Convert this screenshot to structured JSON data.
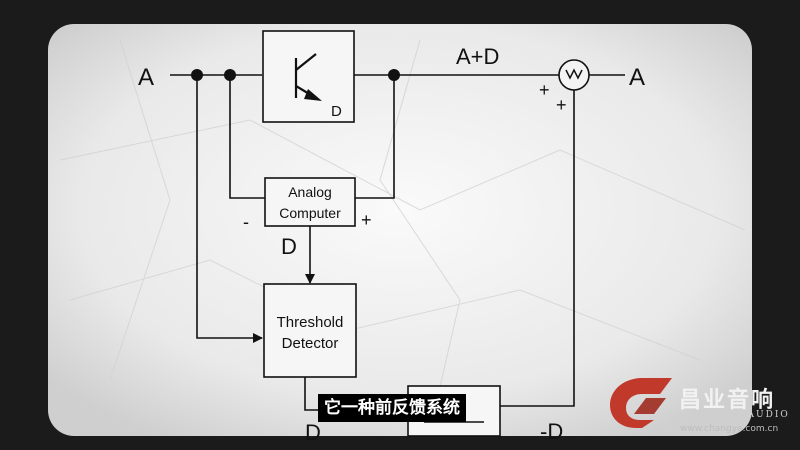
{
  "diagram": {
    "input_label": "A",
    "sum_label": "A+D",
    "output_label": "A",
    "transistor_label": "D",
    "analog_line1": "Analog",
    "analog_line2": "Computer",
    "analog_minus": "-",
    "analog_plus": "+",
    "d_label": "D",
    "threshold_line1": "Threshold",
    "threshold_line2": "Detector",
    "bottom_d_label": "D",
    "neg_d_label": "-D",
    "summer_plus_left": "+",
    "summer_plus_bottom": "+"
  },
  "caption": {
    "text": "它一种前反馈系统"
  },
  "brand": {
    "name_cn": "昌业音响",
    "name_en": "CHANGYE AUDIO",
    "url": "www.changye.com.cn",
    "accent_color": "#c0392b"
  }
}
